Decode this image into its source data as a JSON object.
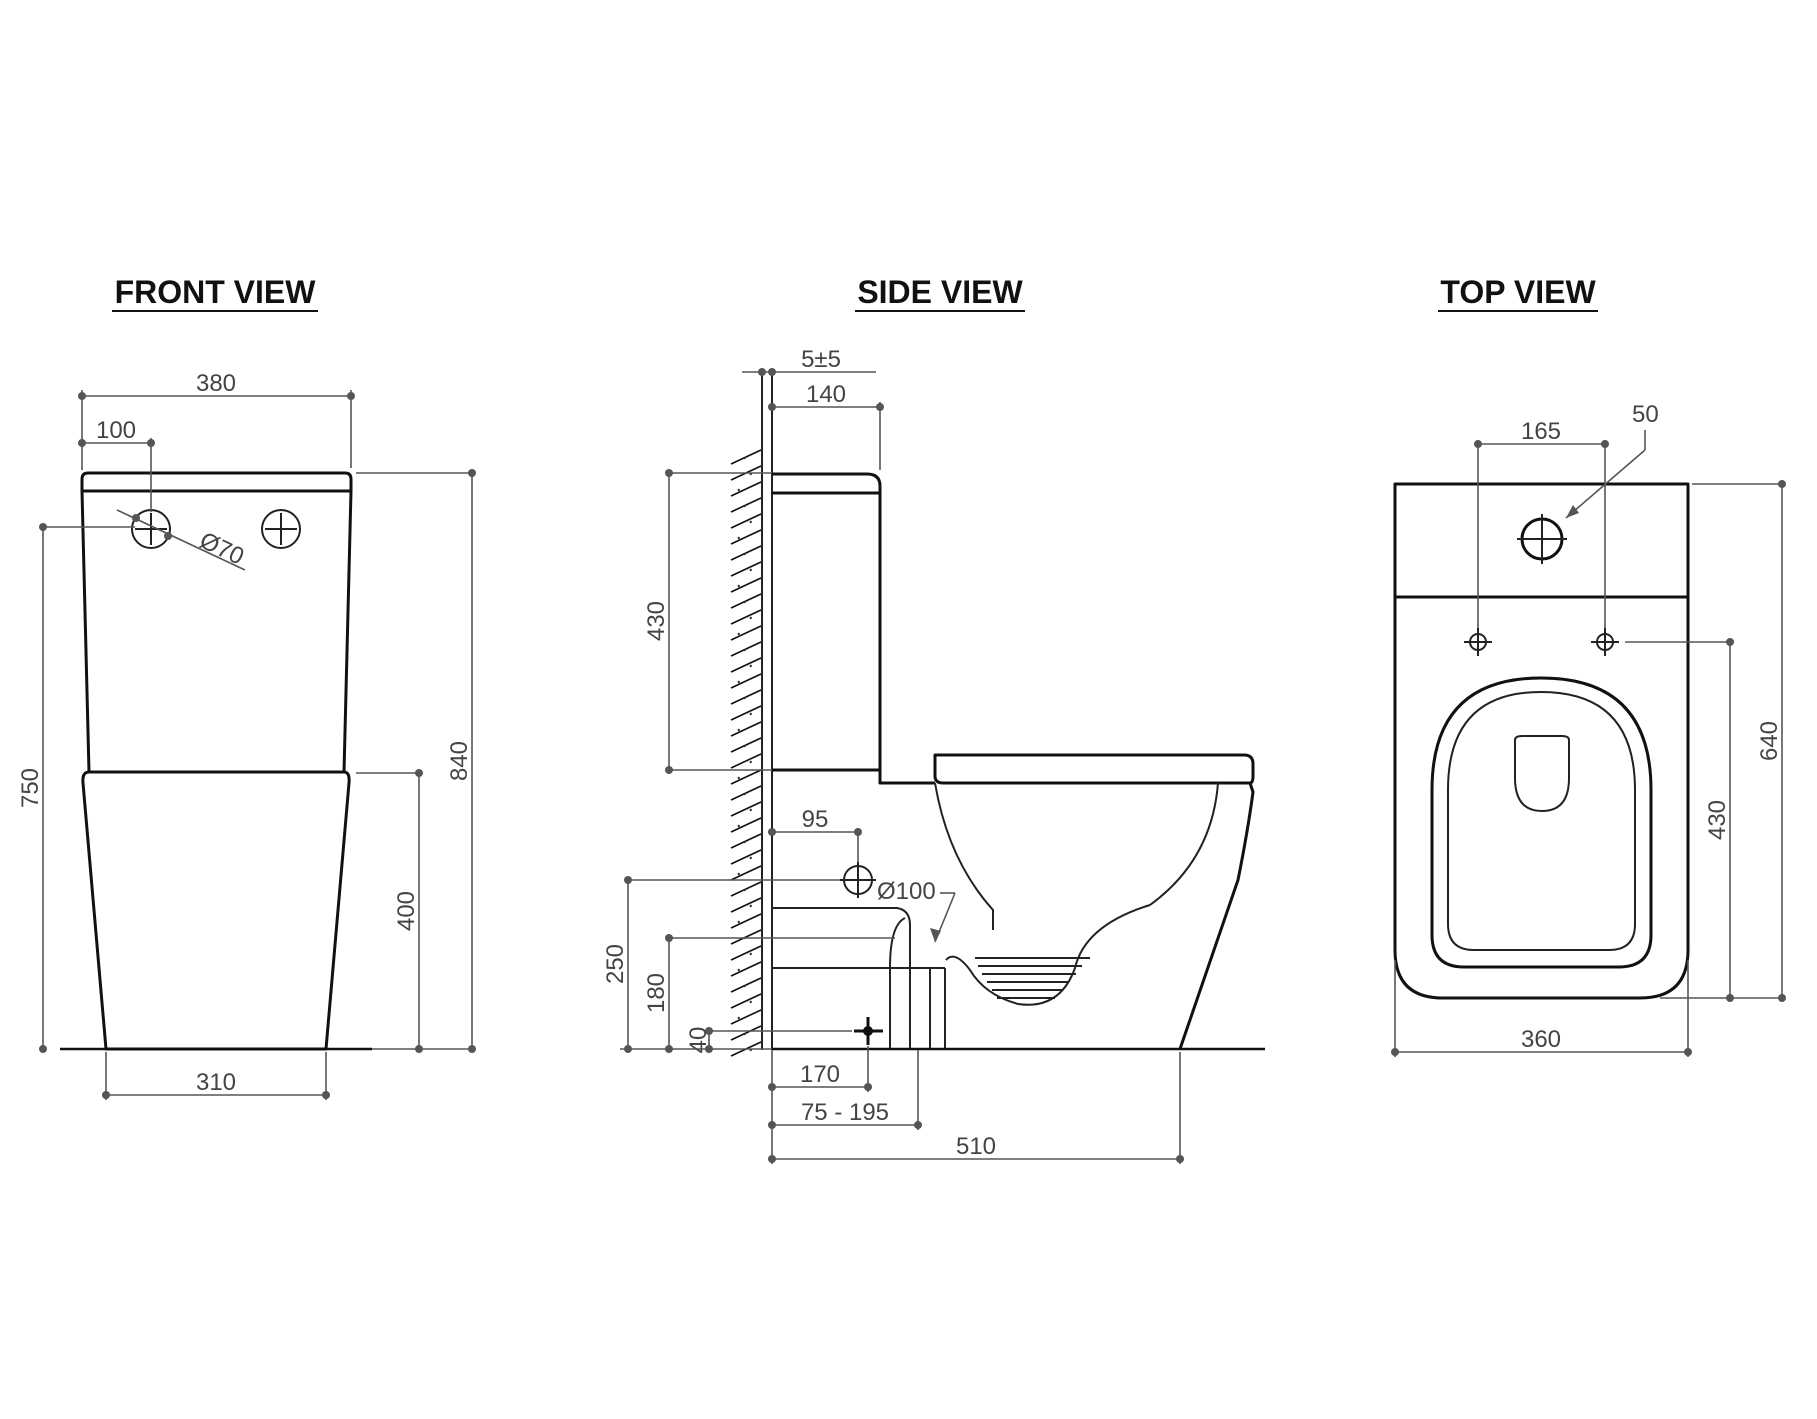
{
  "titles": {
    "front": "FRONT VIEW",
    "side": "SIDE VIEW",
    "top": "TOP VIEW"
  },
  "front": {
    "overall_width": "380",
    "hole_offset": "100",
    "hole_diameter": "Ø70",
    "height_to_inlet": "750",
    "overall_height": "840",
    "pan_height": "400",
    "base_width": "310"
  },
  "side": {
    "wall_gap": "5±5",
    "cistern_depth": "140",
    "cistern_height": "430",
    "waste_offset": "95",
    "outlet_diameter": "Ø100",
    "outlet_height": "250",
    "outlet_height_alt": "180",
    "floor_fix_height": "40",
    "floor_fix_offset": "170",
    "setout_range": "75 - 195",
    "overall_depth": "510"
  },
  "top": {
    "fixing_spacing": "165",
    "hole_diameter": "50",
    "fixing_to_front": "430",
    "overall_length": "640",
    "overall_width": "360"
  }
}
